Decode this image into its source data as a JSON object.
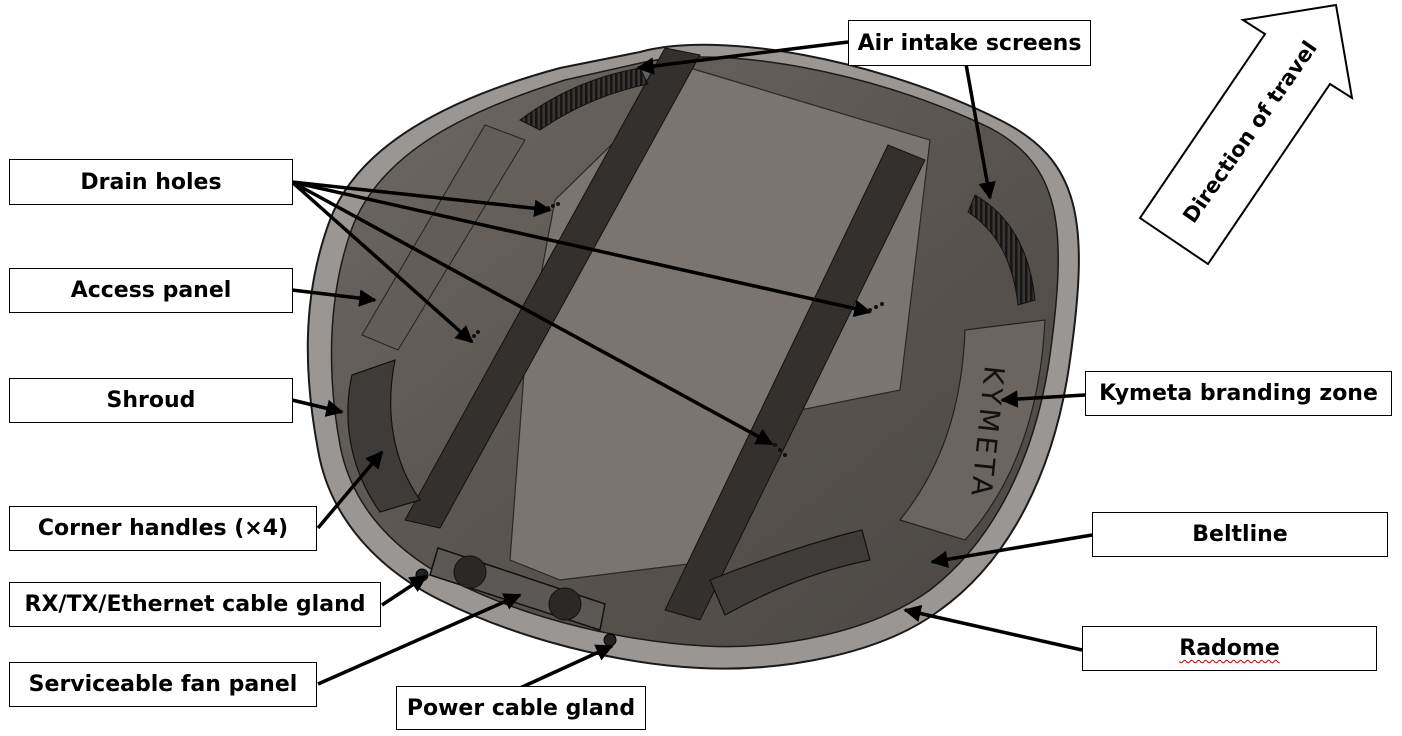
{
  "labels": {
    "air_intake_screens": "Air intake screens",
    "drain_holes": "Drain holes",
    "access_panel": "Access panel",
    "shroud": "Shroud",
    "corner_handles": "Corner handles (×4)",
    "rx_tx_ethernet_gland": "RX/TX/Ethernet cable gland",
    "serviceable_fan_panel": "Serviceable fan panel",
    "power_cable_gland": "Power cable gland",
    "kymeta_branding_zone": "Kymeta branding zone",
    "beltline": "Beltline",
    "radome": "Radome"
  },
  "direction": {
    "text": "Direction of travel"
  },
  "branding": {
    "text": "KYMETA"
  },
  "colors": {
    "body_dark": "#4d4945",
    "body_mid": "#6b6662",
    "rim": "#8f8b88",
    "panel": "#7a7570",
    "rail": "#34302d",
    "vent": "#222222",
    "outline": "#1a1a1a",
    "label_border": "#000000"
  }
}
